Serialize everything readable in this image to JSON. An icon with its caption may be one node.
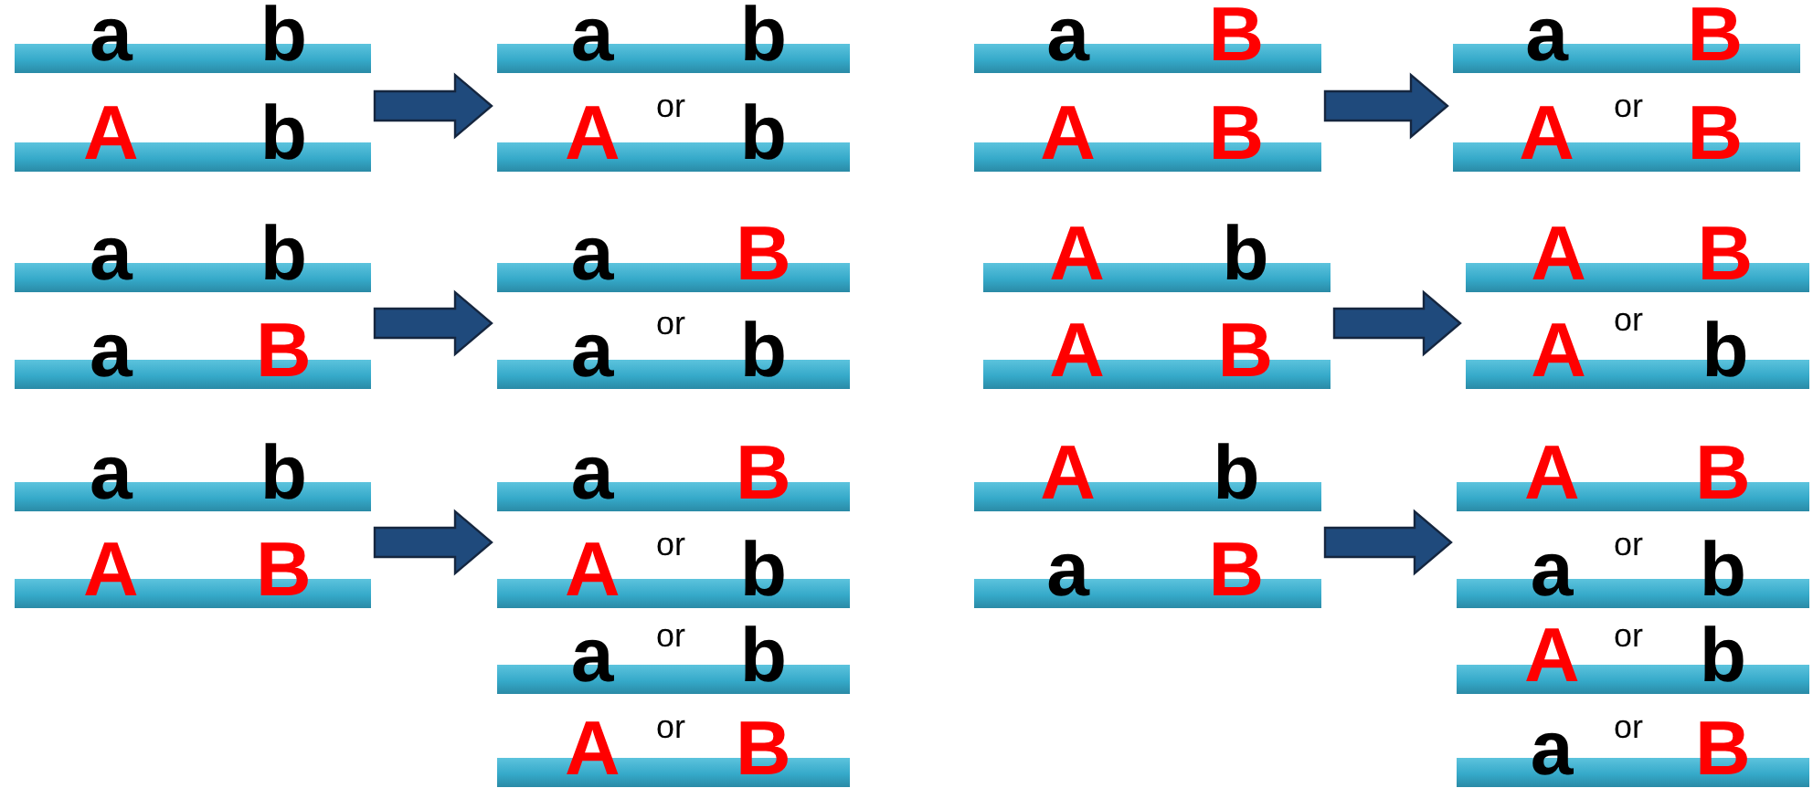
{
  "diagram": {
    "nodes": [
      {
        "text": [
          "a",
          "b"
        ]
      },
      {
        "text": [
          "A",
          "b"
        ]
      },
      {
        "text": [
          "a",
          "b"
        ]
      },
      {
        "text": [
          "A",
          "b"
        ]
      },
      {
        "text": [
          "a",
          "B"
        ]
      },
      {
        "text": [
          "A",
          "B"
        ]
      },
      {
        "text": [
          "a",
          "B"
        ]
      },
      {
        "text": [
          "A",
          "B"
        ]
      },
      {
        "text": [
          "a",
          "b"
        ]
      },
      {
        "text": [
          "a",
          "B"
        ]
      },
      {
        "text": [
          "a",
          "B"
        ]
      },
      {
        "text": [
          "a",
          "b"
        ]
      },
      {
        "text": [
          "A",
          "b"
        ]
      },
      {
        "text": [
          "A",
          "B"
        ]
      },
      {
        "text": [
          "A",
          "B"
        ]
      },
      {
        "text": [
          "A",
          "b"
        ]
      },
      {
        "text": [
          "a",
          "b"
        ]
      },
      {
        "text": [
          "A",
          "B"
        ]
      },
      {
        "text": [
          "a",
          "B"
        ]
      },
      {
        "text": [
          "A",
          "b"
        ]
      },
      {
        "text": [
          "a",
          "b"
        ]
      },
      {
        "text": [
          "A",
          "B"
        ]
      },
      {
        "text": [
          "A",
          "b"
        ]
      },
      {
        "text": [
          "a",
          "B"
        ]
      },
      {
        "text": [
          "A",
          "B"
        ]
      },
      {
        "text": [
          "a",
          "b"
        ]
      },
      {
        "text": [
          "A",
          "b"
        ]
      },
      {
        "text": [
          "a",
          "B"
        ]
      }
    ],
    "edges": [
      {
        "from": 1,
        "to": 2,
        "arrow": "to"
      },
      {
        "from": 5,
        "to": 6,
        "arrow": "to"
      },
      {
        "from": 9,
        "to": 10,
        "arrow": "to"
      },
      {
        "from": 13,
        "to": 14,
        "arrow": "to"
      },
      {
        "from": 17,
        "to": 18,
        "arrow": "to"
      },
      {
        "from": 23,
        "to": 24,
        "arrow": "to"
      }
    ],
    "labels": [
      "or",
      "or",
      "or",
      "or",
      "or",
      "or",
      "or",
      "or",
      "or",
      "or"
    ]
  }
}
